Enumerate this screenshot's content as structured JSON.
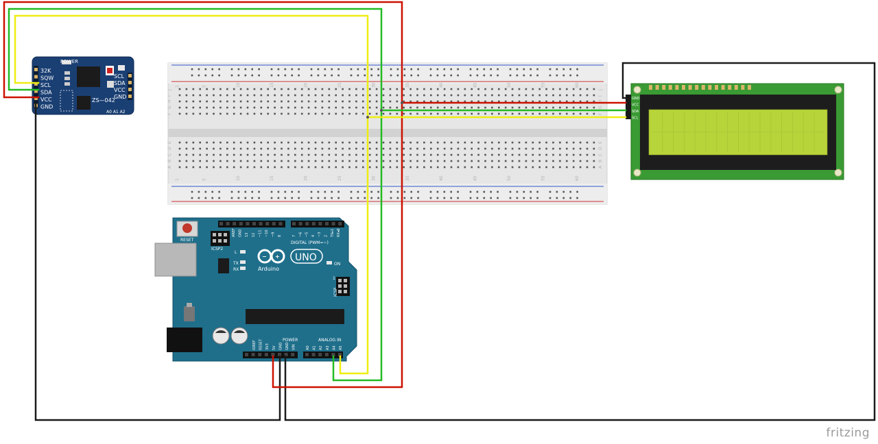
{
  "colors": {
    "wire_red": "#cc1100",
    "wire_green": "#22bb22",
    "wire_yellow": "#eeee11",
    "wire_black": "#1a1a1a",
    "rtc_board": "#1a3f73",
    "arduino_board": "#1f6f8b",
    "lcd_pcb": "#3a9a33",
    "lcd_screen": "#b7d43a",
    "breadboard": "#e8e8e8"
  },
  "rtc": {
    "pins": [
      "32K",
      "SQW",
      "SCL",
      "SDA",
      "VCC",
      "GND"
    ],
    "right_pins": [
      "SCL",
      "SDA",
      "VCC",
      "GND"
    ],
    "power_label": "POWER",
    "model": "ZS—042",
    "addr_labels": "A0 A1 A2"
  },
  "breadboard": {
    "column_numbers": [
      "1",
      "5",
      "10",
      "15",
      "20",
      "25",
      "30",
      "35",
      "40",
      "45",
      "50",
      "55",
      "60"
    ],
    "row_letters_top": [
      "J",
      "I",
      "H",
      "G",
      "F"
    ],
    "row_letters_bottom": [
      "E",
      "D",
      "C",
      "B",
      "A"
    ]
  },
  "lcd": {
    "pins": [
      "GND",
      "VCC",
      "SDA",
      "SCL"
    ]
  },
  "arduino": {
    "reset_label": "RESET",
    "icsp2_label": "ICSP2",
    "icsp_label": "ICSP",
    "l_label": "L",
    "tx_label": "TX",
    "rx_label": "RX",
    "on_label": "ON",
    "uno_label": "UNO",
    "brand_label": "Arduino",
    "digital_label": "DIGITAL (PWM=~)",
    "power_label": "POWER",
    "analog_label": "ANALOG IN",
    "top_pin_labels": [
      "AREF",
      "GND",
      "13",
      "12",
      "~11",
      "~10",
      "~9",
      "8",
      "7",
      "~6",
      "~5",
      "4",
      "~3",
      "2",
      "TX▸1",
      "RX◂0"
    ],
    "power_pin_labels": [
      "IOREF",
      "RESET",
      "3V3",
      "5V",
      "GND",
      "GND",
      "VIN"
    ],
    "analog_pin_labels": [
      "A0",
      "A1",
      "A2",
      "A3",
      "A4",
      "A5"
    ],
    "icsp_number": "1"
  },
  "footer": {
    "brand": "fritzing"
  }
}
